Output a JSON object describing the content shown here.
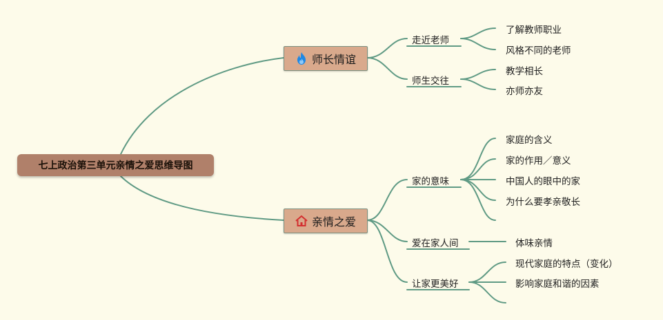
{
  "colors": {
    "background": "#fdfbea",
    "connector": "#5f9a84",
    "root_fill": "#b0806a",
    "main_fill": "#d9a98c"
  },
  "root": {
    "label": "七上政治第三单元亲情之爱思维导图"
  },
  "branches": [
    {
      "label": "师长情谊",
      "icon": "flame-icon",
      "children": [
        {
          "label": "走近老师",
          "leaves": [
            "了解教师职业",
            "风格不同的老师"
          ]
        },
        {
          "label": "师生交往",
          "leaves": [
            "教学相长",
            "亦师亦友"
          ]
        }
      ]
    },
    {
      "label": "亲情之爱",
      "icon": "house-icon",
      "children": [
        {
          "label": "家的意味",
          "leaves": [
            "家庭的含义",
            "家的作用／意义",
            "中国人的眼中的家",
            "为什么要孝亲敬长",
            ""
          ]
        },
        {
          "label": "爱在家人间",
          "leaves": [
            "体味亲情"
          ]
        },
        {
          "label": "让家更美好",
          "leaves": [
            "现代家庭的特点（变化）",
            "影响家庭和谐的因素",
            ""
          ]
        }
      ]
    }
  ]
}
